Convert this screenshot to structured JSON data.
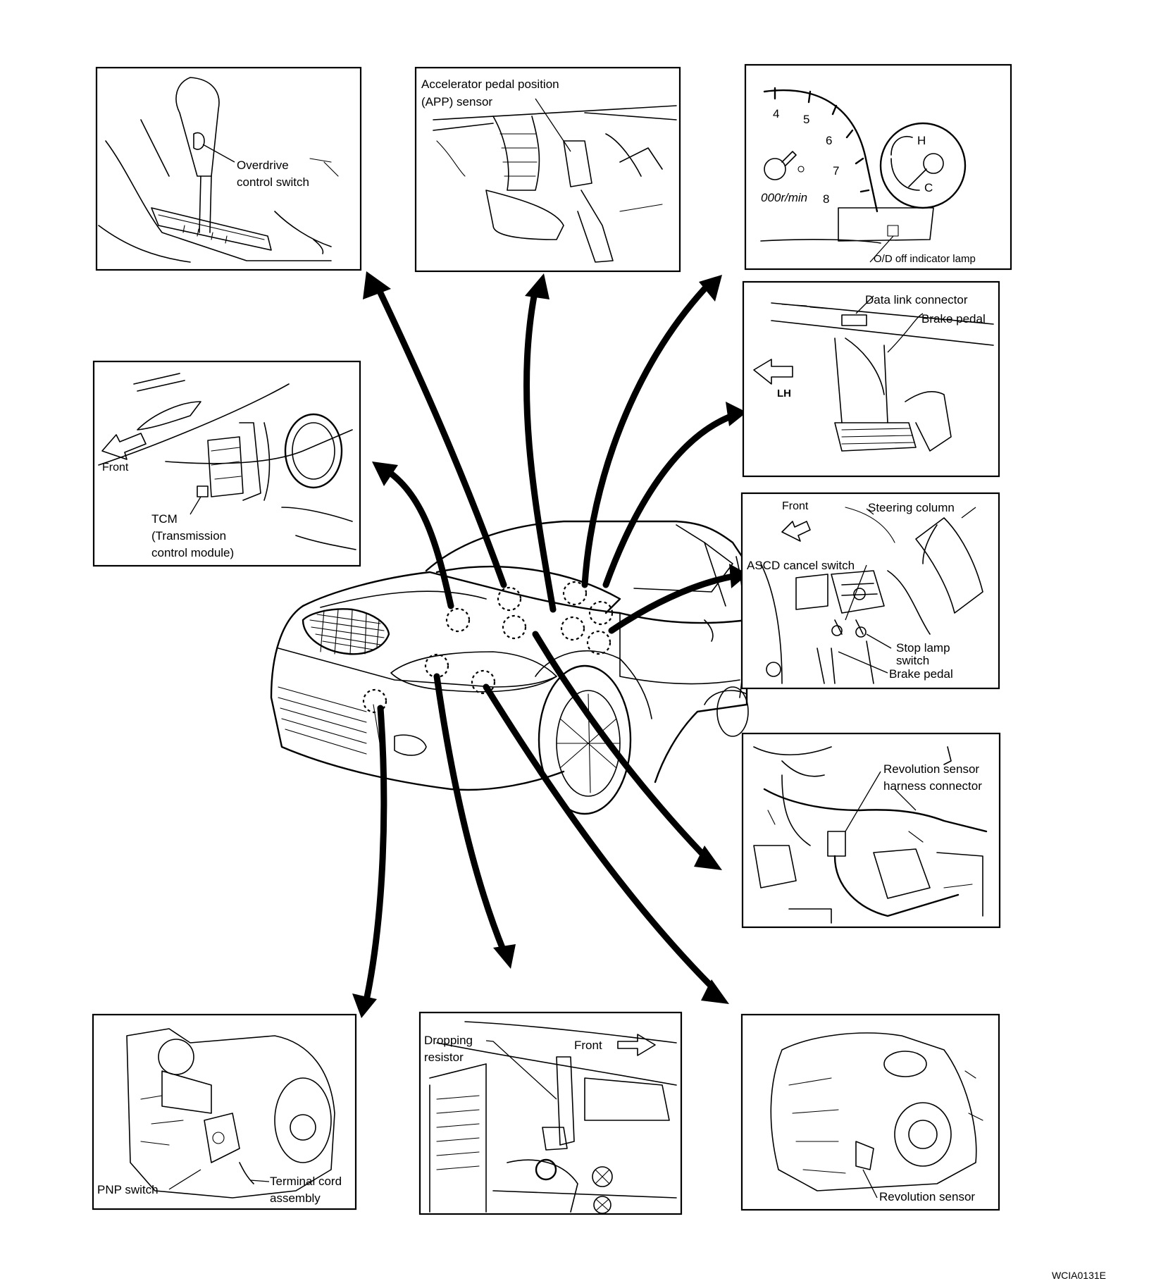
{
  "figure_id": "WCIA0131E",
  "panels": {
    "od_switch": {
      "labels": [
        "Overdrive",
        "control switch"
      ]
    },
    "app_sensor": {
      "labels": [
        "Accelerator pedal position",
        "(APP) sensor"
      ]
    },
    "cluster": {
      "gauge_numbers": [
        "4",
        "5",
        "6",
        "7",
        "8"
      ],
      "unit": "000r/min",
      "temp_h": "H",
      "temp_c": "C",
      "label": "O/D off indicator lamp"
    },
    "dlc": {
      "direction": "LH",
      "labels": [
        "Data link connector",
        "Brake pedal"
      ]
    },
    "tcm": {
      "direction": "Front",
      "labels": [
        "TCM",
        "(Transmission",
        "control module)"
      ]
    },
    "ascd": {
      "direction": "Front",
      "labels": [
        "Steering column",
        "ASCD cancel switch",
        "Stop lamp",
        "switch",
        "Brake pedal"
      ]
    },
    "rev_connector": {
      "labels": [
        "Revolution sensor",
        "harness connector"
      ]
    },
    "pnp": {
      "labels": [
        "PNP switch",
        "Terminal cord",
        "assembly"
      ]
    },
    "resistor": {
      "direction": "Front",
      "labels": [
        "Dropping",
        "resistor"
      ]
    },
    "rev_sensor": {
      "labels": [
        "Revolution sensor"
      ]
    }
  }
}
